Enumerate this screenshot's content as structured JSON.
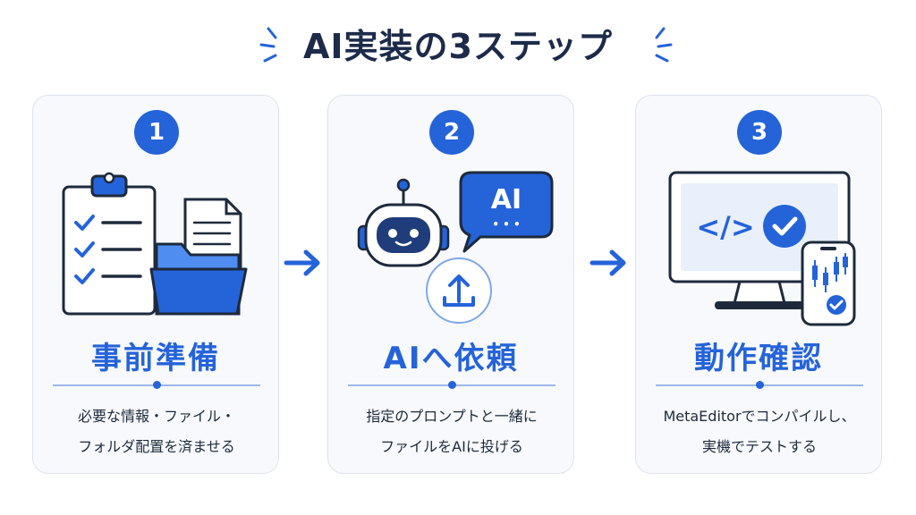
{
  "title": "AI実装の3ステップ",
  "steps": [
    {
      "number": "1",
      "heading": "事前準備",
      "desc_line1": "必要な情報・ファイル・",
      "desc_line2": "フォルダ配置を済ませる"
    },
    {
      "number": "2",
      "heading": "AIへ依頼",
      "desc_line1": "指定のプロンプトと一緒に",
      "desc_line2": "ファイルをAIに投げる",
      "bubble_text": "AI",
      "bubble_dots": "• • •"
    },
    {
      "number": "3",
      "heading": "動作確認",
      "desc_line1": "MetaEditorでコンパイルし、",
      "desc_line2": "実機でテストする",
      "code_text": "</>"
    }
  ],
  "colors": {
    "accent": "#2563d9",
    "title": "#1d2b4a",
    "outline": "#1e2a3c",
    "card_bg": "#f7f9fc"
  },
  "icons": [
    "clipboard-checklist-icon",
    "document-icon",
    "folder-icon",
    "robot-icon",
    "speech-bubble-icon",
    "upload-icon",
    "monitor-icon",
    "code-icon",
    "check-circle-icon",
    "smartphone-chart-icon",
    "arrow-right-icon"
  ]
}
